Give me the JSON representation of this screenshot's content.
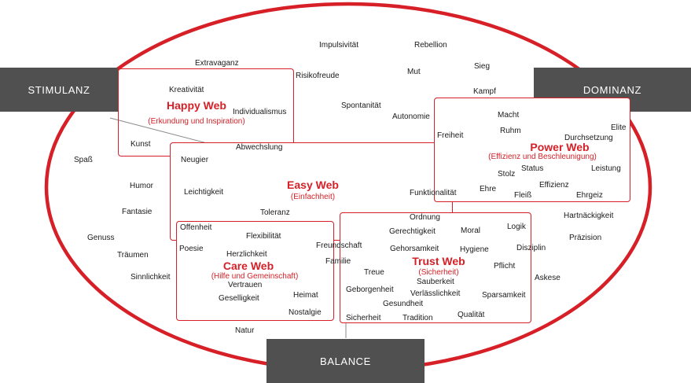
{
  "colors": {
    "accent": "#d61f26",
    "label_bg": "#505050",
    "text": "#1a1a1a"
  },
  "corners": {
    "stimulanz": "STIMULANZ",
    "dominanz": "DOMINANZ",
    "balance": "BALANCE"
  },
  "webs": {
    "happy": {
      "title": "Happy Web",
      "subtitle": "(Erkundung und Inspiration)"
    },
    "easy": {
      "title": "Easy Web",
      "subtitle": "(Einfachheit)"
    },
    "power": {
      "title": "Power Web",
      "subtitle": "(Effizienz und Beschleunigung)"
    },
    "care": {
      "title": "Care Web",
      "subtitle": "(Hilfe und Gemeinschaft)"
    },
    "trust": {
      "title": "Trust Web",
      "subtitle": "(Sicherheit)"
    }
  },
  "words": {
    "impulsivitaet": "Impulsivität",
    "rebellion": "Rebellion",
    "extravaganz": "Extravaganz",
    "sieg": "Sieg",
    "risikofreude": "Risikofreude",
    "mut": "Mut",
    "kreativitaet": "Kreativität",
    "kampf": "Kampf",
    "individualismus": "Individualismus",
    "spontanitaet": "Spontanität",
    "autonomie": "Autonomie",
    "macht": "Macht",
    "ruhm": "Ruhm",
    "freiheit": "Freiheit",
    "elite": "Elite",
    "durchsetzung": "Durchsetzung",
    "kunst": "Kunst",
    "abwechslung": "Abwechslung",
    "spass": "Spaß",
    "neugier": "Neugier",
    "status": "Status",
    "leistung": "Leistung",
    "stolz": "Stolz",
    "humor": "Humor",
    "effizienz": "Effizienz",
    "leichtigkeit": "Leichtigkeit",
    "funktionalitaet": "Funktionalität",
    "ehre": "Ehre",
    "fleiss": "Fleiß",
    "ehrgeiz": "Ehrgeiz",
    "fantasie": "Fantasie",
    "toleranz": "Toleranz",
    "ordnung": "Ordnung",
    "hartnaeckigkeit": "Hartnäckigkeit",
    "offenheit": "Offenheit",
    "gerechtigkeit": "Gerechtigkeit",
    "moral": "Moral",
    "logik": "Logik",
    "genuss": "Genuss",
    "flexibilitaet": "Flexibilität",
    "praezision": "Präzision",
    "poesie": "Poesie",
    "freundschaft": "Freundschaft",
    "gehorsamkeit": "Gehorsamkeit",
    "hygiene": "Hygiene",
    "disziplin": "Disziplin",
    "traeumen": "Träumen",
    "herzlichkeit": "Herzlichkeit",
    "familie": "Familie",
    "pflicht": "Pflicht",
    "treue": "Treue",
    "sinnlichkeit": "Sinnlichkeit",
    "askese": "Askese",
    "vertrauen": "Vertrauen",
    "sauberkeit": "Sauberkeit",
    "geborgenheit": "Geborgenheit",
    "verlaesslichkeit": "Verlässlichkeit",
    "heimat": "Heimat",
    "sparsamkeit": "Sparsamkeit",
    "geselligkeit": "Geselligkeit",
    "gesundheit": "Gesundheit",
    "nostalgie": "Nostalgie",
    "qualitaet": "Qualität",
    "sicherheit": "Sicherheit",
    "tradition": "Tradition",
    "natur": "Natur"
  }
}
